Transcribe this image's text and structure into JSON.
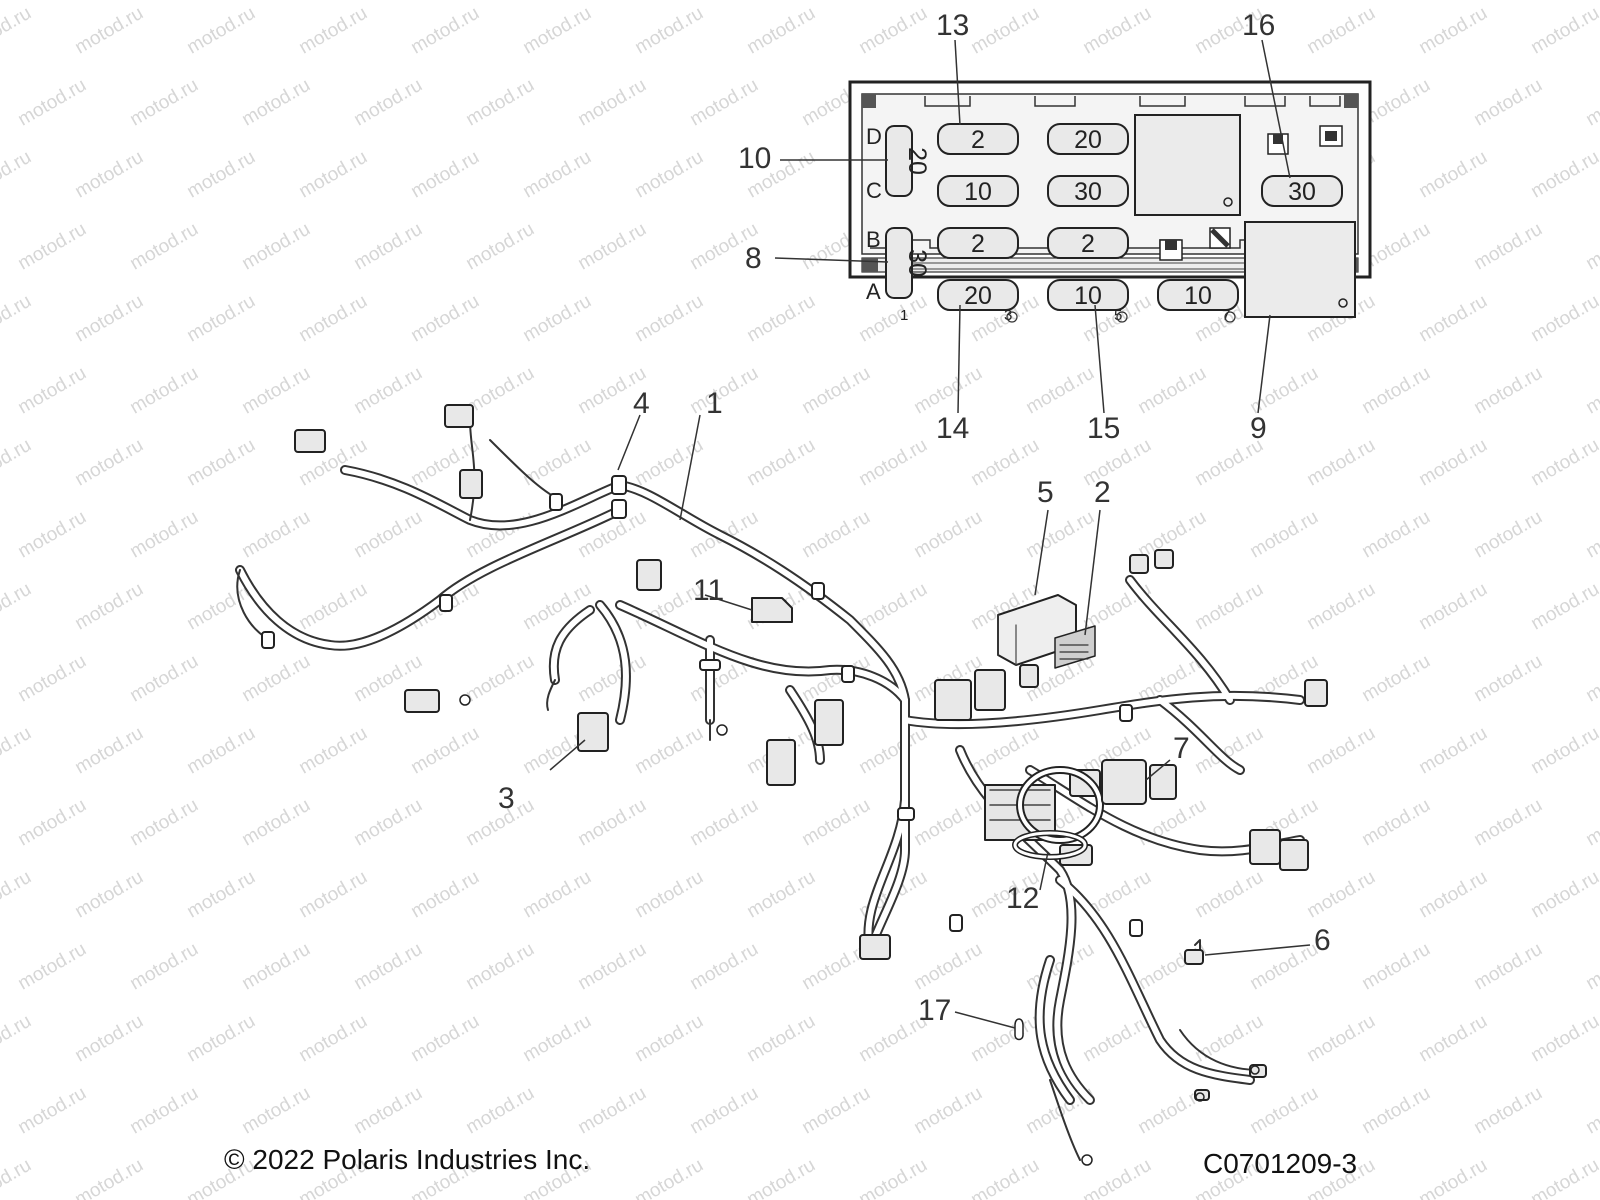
{
  "watermark": "motod.ru",
  "copyright": "© 2022 Polaris Industries Inc.",
  "part_code": "C0701209-3",
  "fuse_box": {
    "row_labels": [
      "D",
      "C",
      "B",
      "A"
    ],
    "vertical_fuses": [
      "20",
      "30"
    ],
    "fuses": [
      {
        "id": "d1",
        "value": "2"
      },
      {
        "id": "d2",
        "value": "20"
      },
      {
        "id": "c1",
        "value": "10"
      },
      {
        "id": "c2",
        "value": "30"
      },
      {
        "id": "b1",
        "value": "2"
      },
      {
        "id": "b2",
        "value": "2"
      },
      {
        "id": "a1",
        "value": "20"
      },
      {
        "id": "a2",
        "value": "10"
      },
      {
        "id": "a3",
        "value": "10"
      },
      {
        "id": "r1",
        "value": "30"
      }
    ],
    "bottom_numbers": [
      "1",
      "3",
      "5",
      "7"
    ]
  },
  "callouts": [
    "1",
    "2",
    "3",
    "4",
    "5",
    "6",
    "7",
    "8",
    "9",
    "10",
    "11",
    "12",
    "13",
    "14",
    "15",
    "16",
    "17"
  ],
  "colors": {
    "line": "#333333",
    "box_fill": "#f2f2f2",
    "slot_fill": "#e6e6e6",
    "watermark": "#d6d6d6"
  }
}
